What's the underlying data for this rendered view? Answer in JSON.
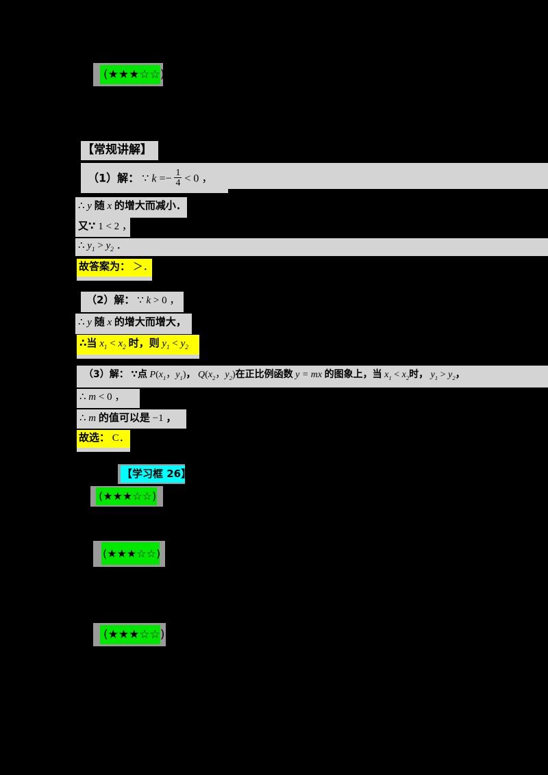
{
  "document": {
    "background_color": "#000000",
    "text_band_color": "#d4d4d4",
    "highlight_yellow": "#ffff00",
    "highlight_green": "#00e800",
    "highlight_cyan": "#00ffff"
  },
  "rating_badges": [
    {
      "name": "rating-top",
      "stars": "(★★★☆☆)",
      "filled": 3,
      "total": 5
    },
    {
      "name": "rating-box26",
      "stars": "(★★★☆☆)",
      "filled": 3,
      "total": 5
    },
    {
      "name": "rating-middle",
      "stars": "(★★★☆☆)",
      "filled": 3,
      "total": 5
    },
    {
      "name": "rating-bottom",
      "stars": "(★★★☆☆)",
      "filled": 3,
      "total": 5
    }
  ],
  "study_box_label": "【学习框 26】",
  "solution": {
    "header": "【常规讲解】",
    "part1": {
      "label": "（1）解：",
      "line1_prefix": "∵",
      "line1_k": "k",
      "line1_eq": "=−",
      "line1_num": "1",
      "line1_den": "4",
      "line1_suffix": "< 0 ，",
      "line2": "∴ y 随 x 的增大而减小．",
      "line2_a": "∴",
      "line2_y": "y",
      "line2_mid": "随",
      "line2_x": "x",
      "line2_end": "的增大而减小．",
      "line3_a": "又∵",
      "line3_b": "1 < 2 ，",
      "line4_a": "∴",
      "line4_y1": "y",
      "line4_s1": "1",
      "line4_gt": ">",
      "line4_y2": "y",
      "line4_s2": "2",
      "line4_end": "．",
      "answer_label": "故答案为：",
      "answer_value": "＞．"
    },
    "part2": {
      "label": "（2）解：",
      "line1": "∵ k > 0 ，",
      "line1_a": "∵",
      "line1_k": "k",
      "line1_b": "> 0 ，",
      "line2_a": "∴",
      "line2_y": "y",
      "line2_mid": "随",
      "line2_x": "x",
      "line2_end": "的增大而增大，",
      "line3_a": "∴当",
      "line3_x1": "x",
      "line3_s1": "1",
      "line3_lt": "<",
      "line3_x2": "x",
      "line3_s2": "2",
      "line3_mid": "时，则",
      "line3_y1": "y",
      "line3_s3": "1",
      "line3_lt2": "<",
      "line3_y2": "y",
      "line3_s4": "2"
    },
    "part3": {
      "label": "（3）解：",
      "line1_a": "∵点",
      "line1_P": "P",
      "line1_p1": "(",
      "line1_x1": "x",
      "line1_s1": "1",
      "line1_comma": "，",
      "line1_y1": "y",
      "line1_s2": "1",
      "line1_p2": ")",
      "line1_sep": "，",
      "line1_Q": "Q",
      "line1_p3": "(",
      "line1_x2": "x",
      "line1_s3": "2",
      "line1_comma2": "，",
      "line1_y2": "y",
      "line1_s4": "2",
      "line1_p4": ")",
      "line1_mid": "在正比例函数",
      "line1_fn": "y = mx",
      "line1_mid2": "的图象上，当",
      "line1_x1b": "x",
      "line1_s5": "1",
      "line1_lt": "<",
      "line1_x2b": "x",
      "line1_s6": "2",
      "line1_mid3": "时，",
      "line1_y1b": "y",
      "line1_s7": "1",
      "line1_gt": ">",
      "line1_y2b": "y",
      "line1_s8": "2",
      "line1_end": "，",
      "line2_a": "∴",
      "line2_m": "m",
      "line2_b": "< 0 ，",
      "line3_a": "∴",
      "line3_m": "m",
      "line3_b": "的值可以是",
      "line3_val": "−1",
      "line3_end": "，",
      "choice_label": "故选：",
      "choice_value": "C．"
    }
  }
}
